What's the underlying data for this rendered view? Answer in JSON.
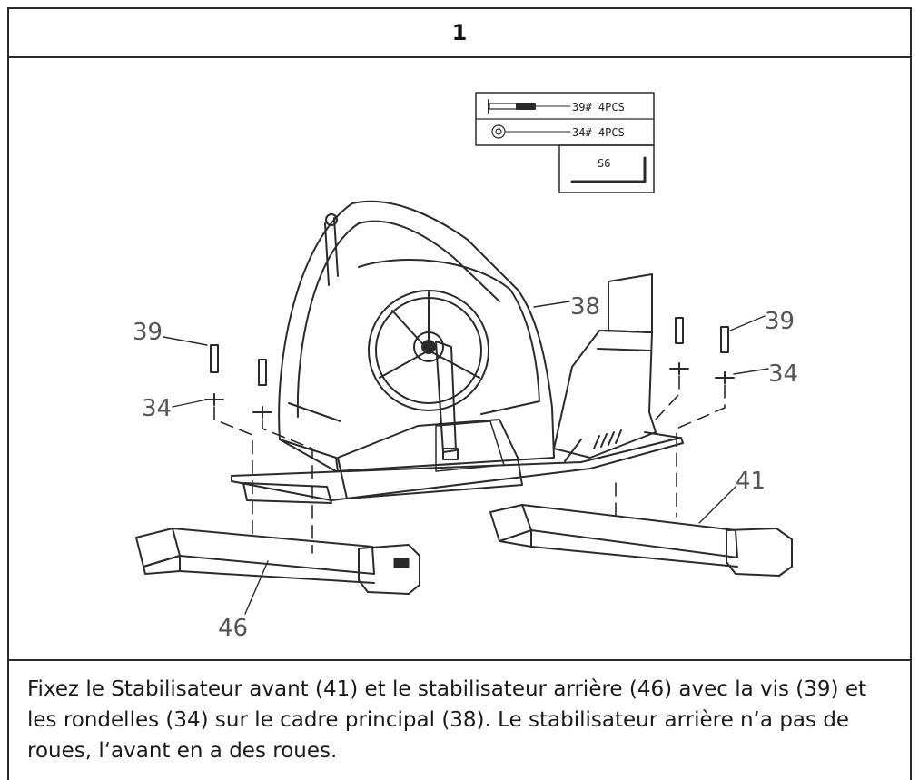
{
  "step": {
    "number": "1"
  },
  "hardware_kit": {
    "items": [
      {
        "icon": "bolt-icon",
        "text": "39# 4PCS"
      },
      {
        "icon": "washer-icon",
        "text": "34# 4PCS"
      }
    ],
    "tool": {
      "icon": "allen-key-icon",
      "text": "S6"
    }
  },
  "callouts": {
    "main_frame": "38",
    "bolt_left": "39",
    "washer_left": "34",
    "bolt_right": "39",
    "washer_right": "34",
    "front_stabilizer": "41",
    "rear_stabilizer": "46"
  },
  "instruction": {
    "text": "Fixez le Stabilisateur avant (41) et le stabilisateur arrière (46) avec la vis (39) et les rondelles (34) sur le cadre principal (38). Le stabilisateur arrière n‘a pas de roues, l‘avant en a des roues."
  },
  "colors": {
    "line": "#2b2b2b",
    "label": "#555555"
  }
}
